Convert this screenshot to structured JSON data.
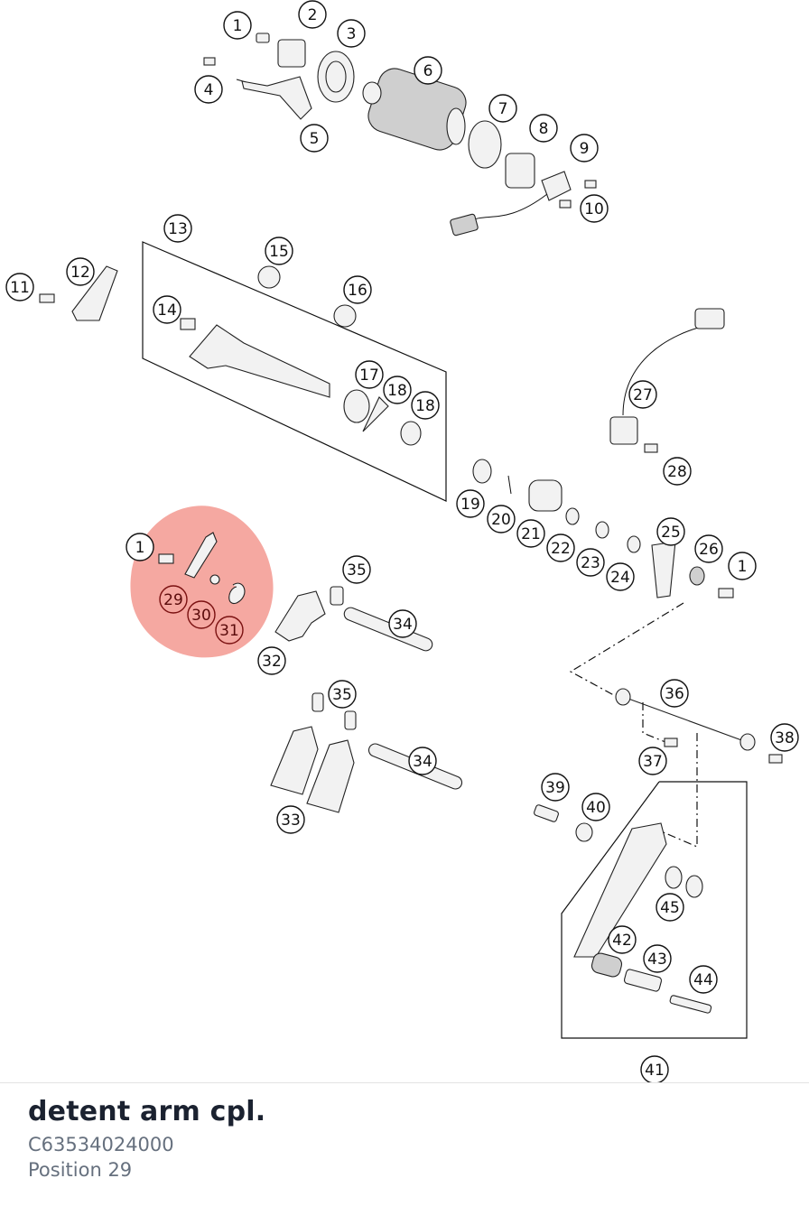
{
  "selected_part": {
    "name": "detent arm cpl.",
    "number": "C63534024000",
    "position": "Position 29"
  },
  "highlight_color": "#f28b82",
  "callout_numbers": [
    "1",
    "2",
    "3",
    "4",
    "5",
    "6",
    "7",
    "8",
    "9",
    "10",
    "11",
    "12",
    "13",
    "14",
    "15",
    "16",
    "17",
    "18",
    "18",
    "19",
    "20",
    "21",
    "22",
    "23",
    "24",
    "25",
    "26",
    "1",
    "27",
    "28",
    "1",
    "29",
    "30",
    "31",
    "32",
    "33",
    "34",
    "34",
    "35",
    "35",
    "36",
    "37",
    "38",
    "39",
    "40",
    "41",
    "42",
    "43",
    "44",
    "45"
  ],
  "highlighted_callouts": [
    "29",
    "30",
    "31"
  ]
}
